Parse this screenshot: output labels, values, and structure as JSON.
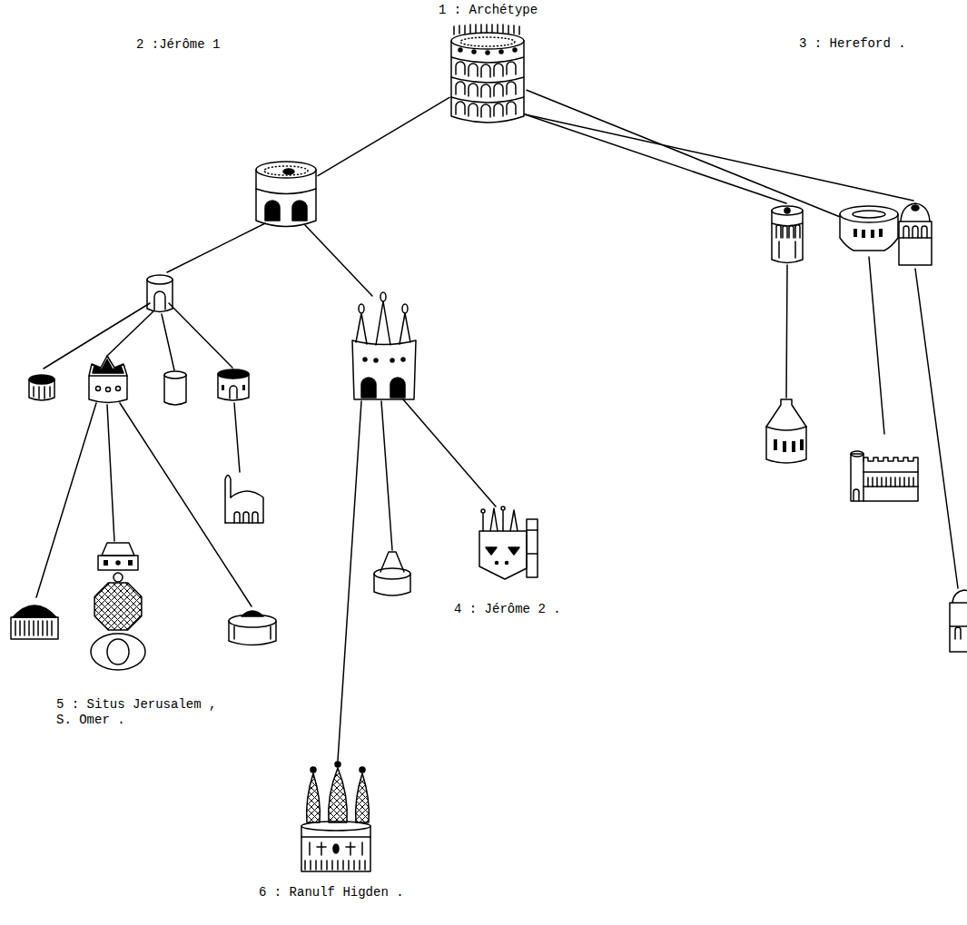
{
  "diagram": {
    "nodes": [
      {
        "text": [
          "1 : Archétype"
        ]
      },
      {
        "text": [
          "2 :Jérôme 1"
        ]
      },
      {
        "text": [
          "3 : Hereford ."
        ]
      },
      {
        "text": [
          "4 : Jérôme 2 ."
        ]
      },
      {
        "text": [
          "5 : Situs Jerusalem , S. Omer ."
        ]
      },
      {
        "text": [
          "6 : Ranulf Higden ."
        ]
      }
    ],
    "edges": [
      {
        "from": 0,
        "to": 1,
        "arrow": "none"
      },
      {
        "from": 0,
        "to": 2,
        "arrow": "none"
      }
    ]
  }
}
